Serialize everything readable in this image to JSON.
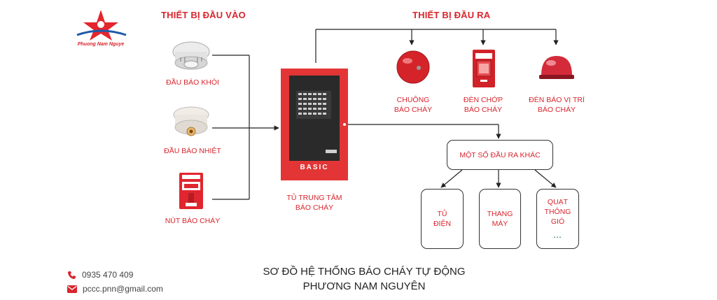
{
  "brand": {
    "logo_text": "Phuong Nam Nguye"
  },
  "inputs": {
    "heading": "THIẾT BỊ ĐẦU VÀO",
    "items": [
      {
        "label": "ĐẦU BÁO KHÓI",
        "icon": "smoke-detector-icon"
      },
      {
        "label": "ĐẦU BÁO NHIỆT",
        "icon": "heat-detector-icon"
      },
      {
        "label": "NÚT BÁO CHÁY",
        "icon": "manual-call-point-icon"
      }
    ]
  },
  "panel": {
    "label_line1": "TỦ TRUNG TÂM",
    "label_line2": "BÁO CHÁY",
    "brand": "BASIC"
  },
  "outputs": {
    "heading": "THIẾT BỊ ĐẦU RA",
    "items": [
      {
        "line1": "CHUÔNG",
        "line2": "BÁO CHÁY",
        "icon": "fire-bell-icon"
      },
      {
        "line1": "ĐÈN CHỚP",
        "line2": "BÁO CHÁY",
        "icon": "strobe-light-icon"
      },
      {
        "line1": "ĐÈN BÁO VỊ TRÍ",
        "line2": "BÁO CHÁY",
        "icon": "location-lamp-icon"
      }
    ],
    "other": {
      "label": "MỘT SỐ ĐẦU RA KHÁC",
      "children": [
        {
          "line1": "TỦ",
          "line2": "ĐIỆN",
          "line3": ""
        },
        {
          "line1": "THANG",
          "line2": "MÁY",
          "line3": ""
        },
        {
          "line1": "QUẠT",
          "line2": "THÔNG",
          "line3": "GIÓ"
        }
      ],
      "ellipsis": "..."
    }
  },
  "title": {
    "line1": "SƠ ĐỒ HỆ THỐNG BÁO CHÁY TỰ ĐỘNG",
    "line2": "PHƯƠNG NAM NGUYÊN"
  },
  "contact": {
    "phone": "0935 470 409",
    "email": "pccc.pnn@gmail.com"
  },
  "colors": {
    "accent": "#d8262e",
    "panel": "#e03030",
    "line": "#222222"
  }
}
